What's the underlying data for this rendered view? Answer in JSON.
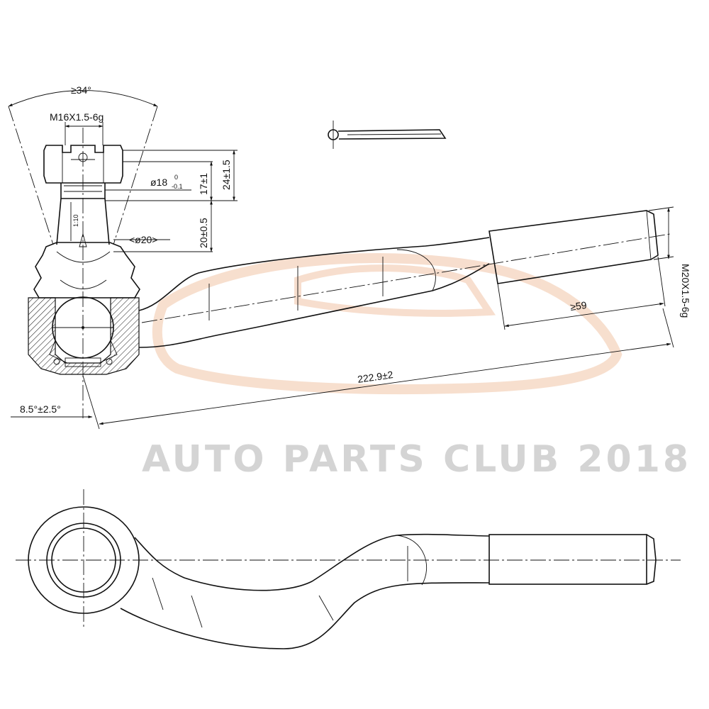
{
  "watermark": {
    "text": "AUTO PARTS CLUB 2018",
    "color": "#d4d4d4",
    "logo_color": "#f6d9c6"
  },
  "dimensions": {
    "cone_angle": "≥34°",
    "stud_thread": "M16X1.5-6g",
    "stud_diameter_main": "ø18",
    "stud_diameter_tol_upper": "0",
    "stud_diameter_tol_lower": "-0.1",
    "stud_17": "17±1",
    "stud_24": "24±1.5",
    "stud_20": "20±0.5",
    "taper": "1:10",
    "taper_diameter": "<ø20>",
    "rod_thread": "M20X1.5-6g",
    "thread_length": "≥59",
    "overall_length": "222.9±2",
    "angle": "8.5°±2.5°"
  },
  "colors": {
    "line": "#111111",
    "background": "#ffffff"
  }
}
